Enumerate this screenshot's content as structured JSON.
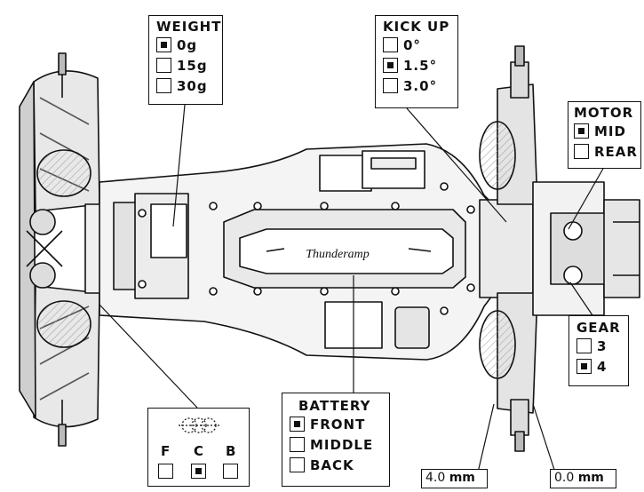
{
  "weight": {
    "title": "WEIGHT",
    "options": [
      {
        "label": "0g",
        "checked": true
      },
      {
        "label": "15g",
        "checked": false
      },
      {
        "label": "30g",
        "checked": false
      }
    ]
  },
  "kick_up": {
    "title": "KICK UP",
    "options": [
      {
        "label": "0°",
        "checked": false
      },
      {
        "label": "1.5°",
        "checked": true
      },
      {
        "label": "3.0°",
        "checked": false
      }
    ]
  },
  "motor": {
    "title": "MOTOR",
    "options": [
      {
        "label": "MID",
        "checked": true
      },
      {
        "label": "REAR",
        "checked": false
      }
    ]
  },
  "gear": {
    "title": "GEAR",
    "options": [
      {
        "label": "3",
        "checked": false
      },
      {
        "label": "4",
        "checked": true
      }
    ]
  },
  "battery": {
    "title": "BATTERY",
    "options": [
      {
        "label": "FRONT",
        "checked": true
      },
      {
        "label": "MIDDLE",
        "checked": false
      },
      {
        "label": "BACK",
        "checked": false
      }
    ]
  },
  "position": {
    "options": [
      {
        "label": "F",
        "checked": false
      },
      {
        "label": "C",
        "checked": true
      },
      {
        "label": "B",
        "checked": false
      }
    ]
  },
  "spacers": {
    "left": {
      "value": "4.0",
      "unit": "mm"
    },
    "right": {
      "value": "0.0",
      "unit": "mm"
    }
  },
  "decal_text": "Thunderamp"
}
